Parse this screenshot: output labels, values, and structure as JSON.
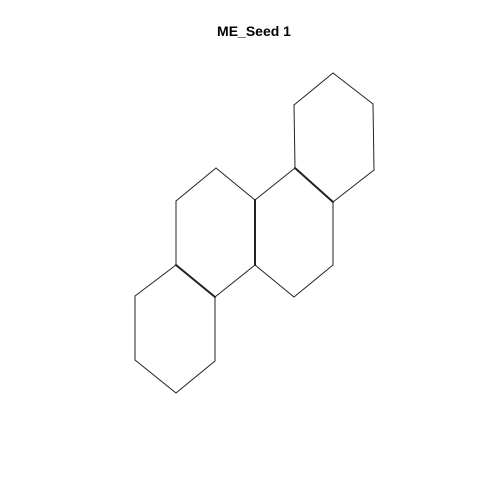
{
  "title": "ME_Seed 1",
  "colors": {
    "background": "#ffffff",
    "bond": "#222222",
    "title": "#000000"
  },
  "molecule": {
    "ring_count": 4,
    "ring_shape": "hexagon",
    "fused": true
  }
}
